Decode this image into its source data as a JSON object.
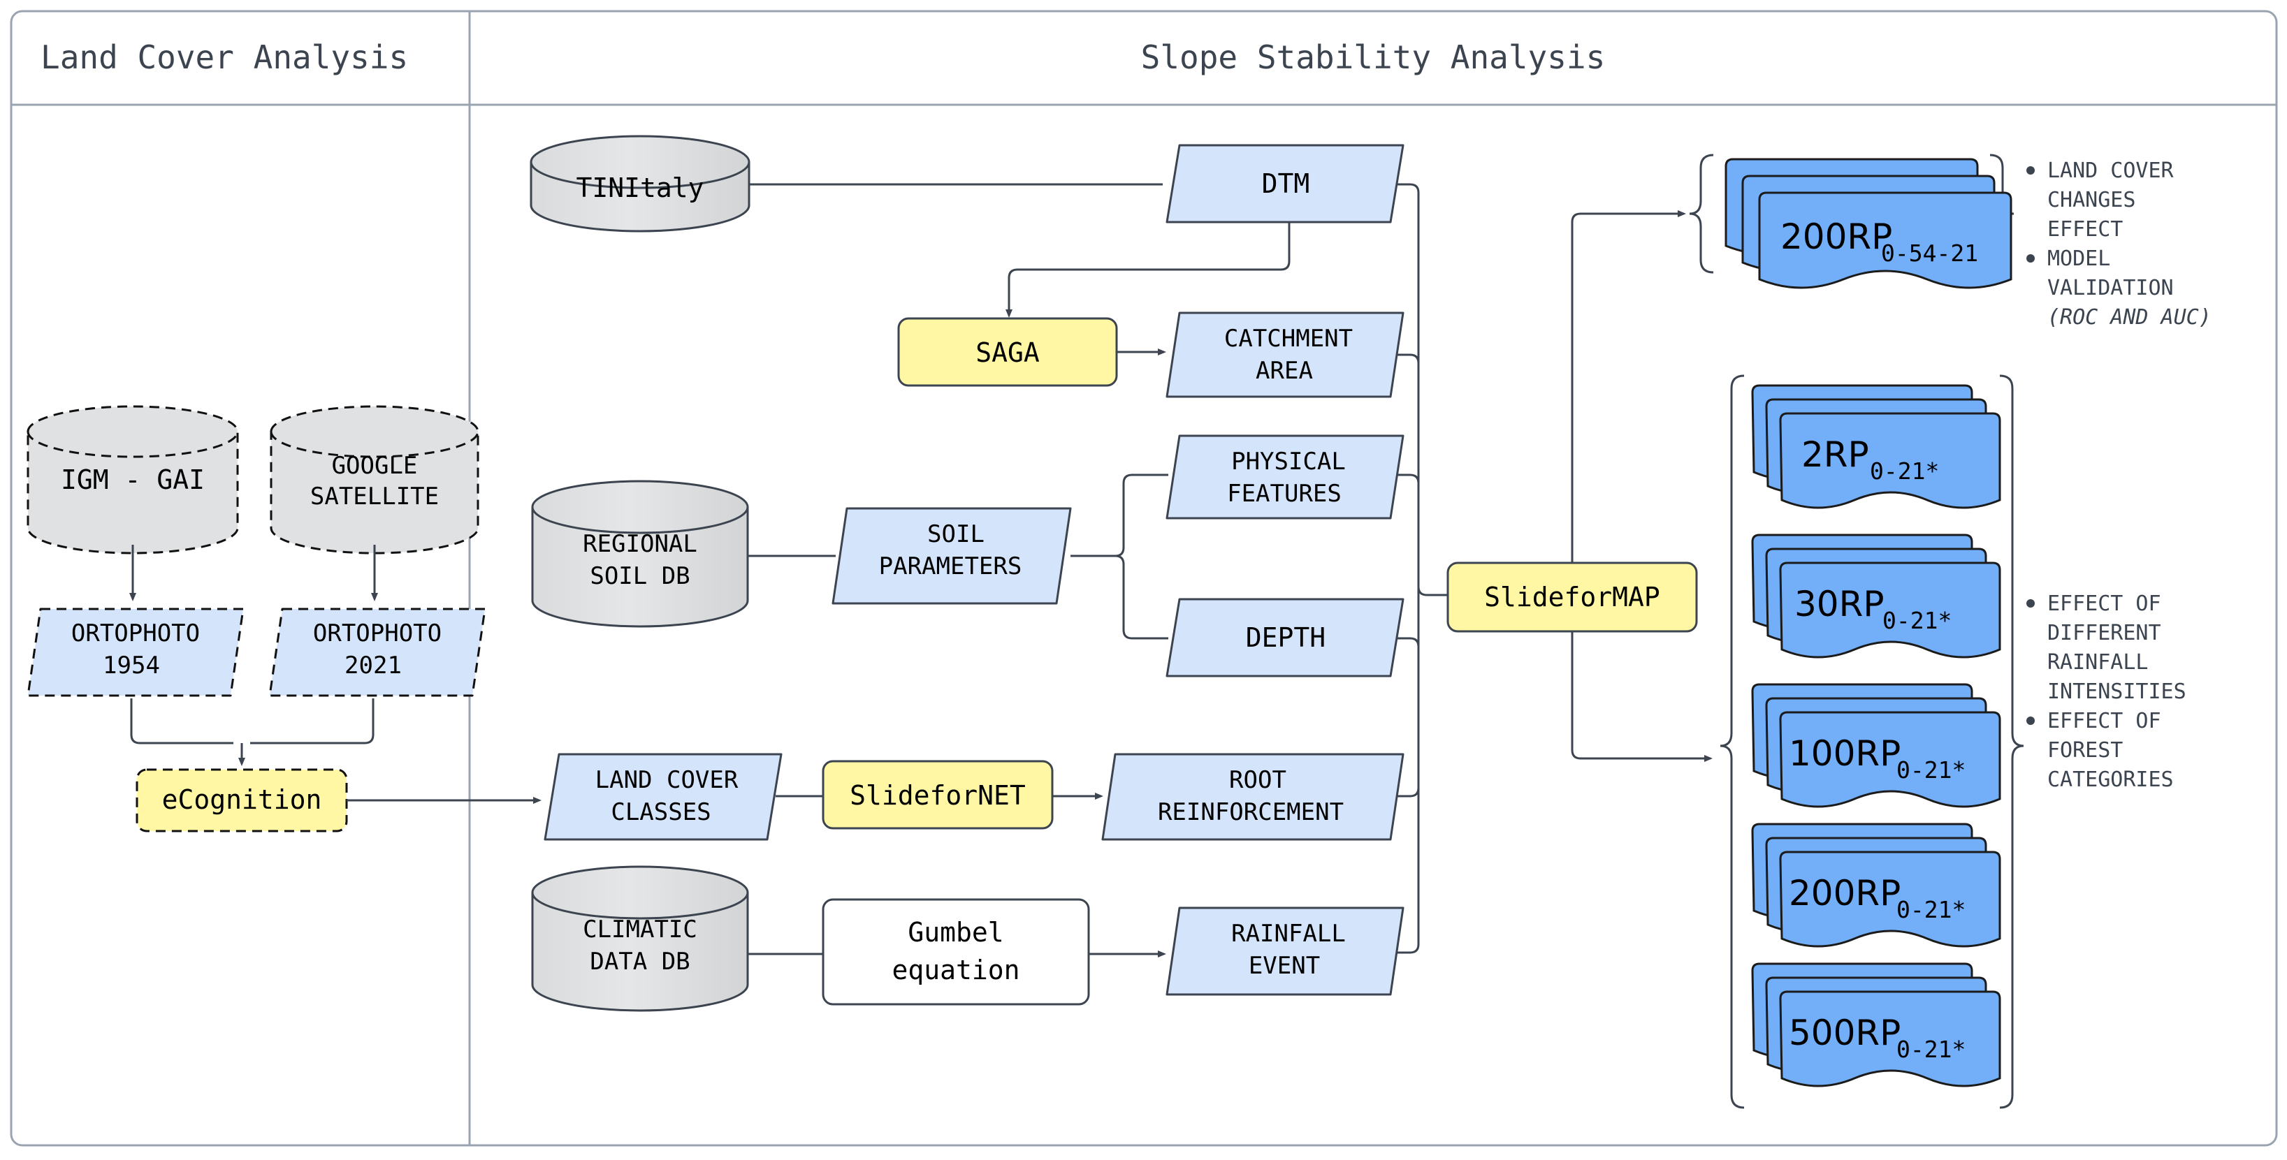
{
  "frame": {
    "border_color": "#9aa3b0"
  },
  "palette": {
    "light_blue": "#d4e4fa",
    "strong_blue": "#73aef8",
    "yellow": "#fff7a3",
    "gray": "#dfe1e3",
    "white": "#ffffff",
    "stroke": "#3c4450",
    "text_dark": "#3c4450"
  },
  "headers": {
    "left": "Land Cover Analysis",
    "right": "Slope Stability Analysis"
  },
  "land_cover": {
    "databases": [
      {
        "name": "igm-gai-db",
        "lines": [
          "IGM - GAI"
        ],
        "shape": "cylinder-dashed"
      },
      {
        "name": "google-satellite-db",
        "lines": [
          "GOOGLE",
          "SATELLITE"
        ],
        "shape": "cylinder-dashed"
      }
    ],
    "data_nodes": [
      {
        "name": "ortophoto-1954",
        "lines": [
          "ORTOPHOTO",
          "1954"
        ],
        "shape": "parallelogram-dashed"
      },
      {
        "name": "ortophoto-2021",
        "lines": [
          "ORTOPHOTO",
          "2021"
        ],
        "shape": "parallelogram-dashed"
      }
    ],
    "process": {
      "name": "ecognition",
      "label": "eCognition",
      "shape": "rounded-rect-dashed"
    }
  },
  "slope_stability": {
    "databases": [
      {
        "name": "tinitaly-db",
        "lines": [
          "TINItaly"
        ]
      },
      {
        "name": "regional-soil-db",
        "lines": [
          "REGIONAL",
          "SOIL DB"
        ]
      },
      {
        "name": "climatic-data-db",
        "lines": [
          "CLIMATIC",
          "DATA DB"
        ]
      }
    ],
    "processes": [
      {
        "name": "saga",
        "label": "SAGA",
        "style": "yellow"
      },
      {
        "name": "slidefornet",
        "label": "SlideforNET",
        "style": "yellow"
      },
      {
        "name": "gumbel-equation",
        "lines": [
          "Gumbel",
          "equation"
        ],
        "style": "white"
      },
      {
        "name": "slideformap",
        "label": "SlideforMAP",
        "style": "yellow"
      }
    ],
    "data_nodes": [
      {
        "name": "dtm",
        "lines": [
          "DTM"
        ]
      },
      {
        "name": "catchment-area",
        "lines": [
          "CATCHMENT",
          "AREA"
        ]
      },
      {
        "name": "soil-parameters",
        "lines": [
          "SOIL",
          "PARAMETERS"
        ]
      },
      {
        "name": "physical-features",
        "lines": [
          "PHYSICAL",
          "FEATURES"
        ]
      },
      {
        "name": "depth",
        "lines": [
          "DEPTH"
        ]
      },
      {
        "name": "land-cover-classes",
        "lines": [
          "LAND COVER",
          "CLASSES"
        ]
      },
      {
        "name": "root-reinforcement",
        "lines": [
          "ROOT",
          "REINFORCEMENT"
        ]
      },
      {
        "name": "rainfall-event",
        "lines": [
          "RAINFALL",
          "EVENT"
        ]
      }
    ]
  },
  "outputs": {
    "group_top": {
      "stacks": [
        {
          "name": "output-200rp-0-54-21",
          "base": "200RP",
          "sub": "0-54-21"
        }
      ],
      "notes": [
        {
          "text": "LAND COVER CHANGES EFFECT",
          "italic_tail": ""
        },
        {
          "text": "MODEL VALIDATION",
          "italic_tail": "(ROC AND AUC)"
        }
      ]
    },
    "group_bottom": {
      "stacks": [
        {
          "name": "output-2rp-0-21",
          "base": "2RP",
          "sub": "0-21*"
        },
        {
          "name": "output-30rp-0-21",
          "base": "30RP",
          "sub": "0-21*"
        },
        {
          "name": "output-100rp-0-21",
          "base": "100RP",
          "sub": "0-21*"
        },
        {
          "name": "output-200rp-0-21",
          "base": "200RP",
          "sub": "0-21*"
        },
        {
          "name": "output-500rp-0-21",
          "base": "500RP",
          "sub": "0-21*"
        }
      ],
      "notes": [
        {
          "text": "EFFECT OF DIFFERENT RAINFALL INTENSITIES",
          "italic_tail": ""
        },
        {
          "text": "EFFECT OF FOREST CATEGORIES",
          "italic_tail": ""
        }
      ]
    }
  },
  "note_lines": {
    "top": [
      {
        "lines": [
          "LAND COVER",
          "CHANGES",
          "EFFECT"
        ],
        "italic": []
      },
      {
        "lines": [
          "MODEL",
          "VALIDATION"
        ],
        "italic": [
          "(ROC AND AUC)"
        ]
      }
    ],
    "bottom": [
      {
        "lines": [
          "EFFECT OF",
          "DIFFERENT",
          "RAINFALL",
          "INTENSITIES"
        ],
        "italic": []
      },
      {
        "lines": [
          "EFFECT OF",
          "FOREST",
          "CATEGORIES"
        ],
        "italic": []
      }
    ]
  }
}
